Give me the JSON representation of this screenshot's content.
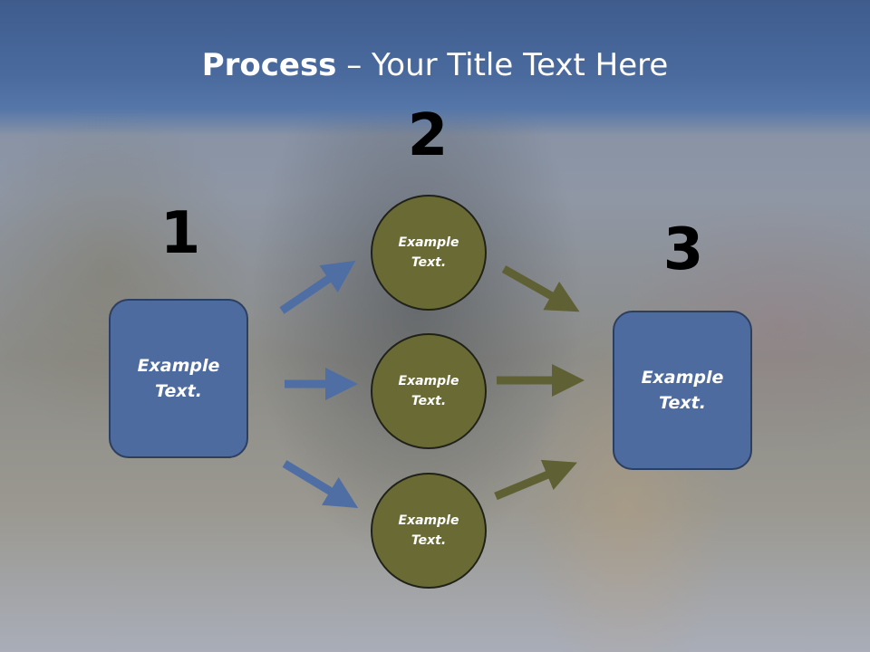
{
  "title": {
    "bold": "Process",
    "rest": " – Your Title Text Here"
  },
  "steps": [
    {
      "number": "1",
      "label": "Example Text."
    },
    {
      "number": "2",
      "items": [
        "Example Text.",
        "Example Text.",
        "Example Text."
      ]
    },
    {
      "number": "3",
      "label": "Example Text."
    }
  ],
  "colors": {
    "box_fill": "#4e6b9f",
    "circle_fill": "#6a6b34",
    "arrow_blue": "#4f6ea4",
    "arrow_olive": "#5f6033",
    "header": "#4a6a9e"
  }
}
